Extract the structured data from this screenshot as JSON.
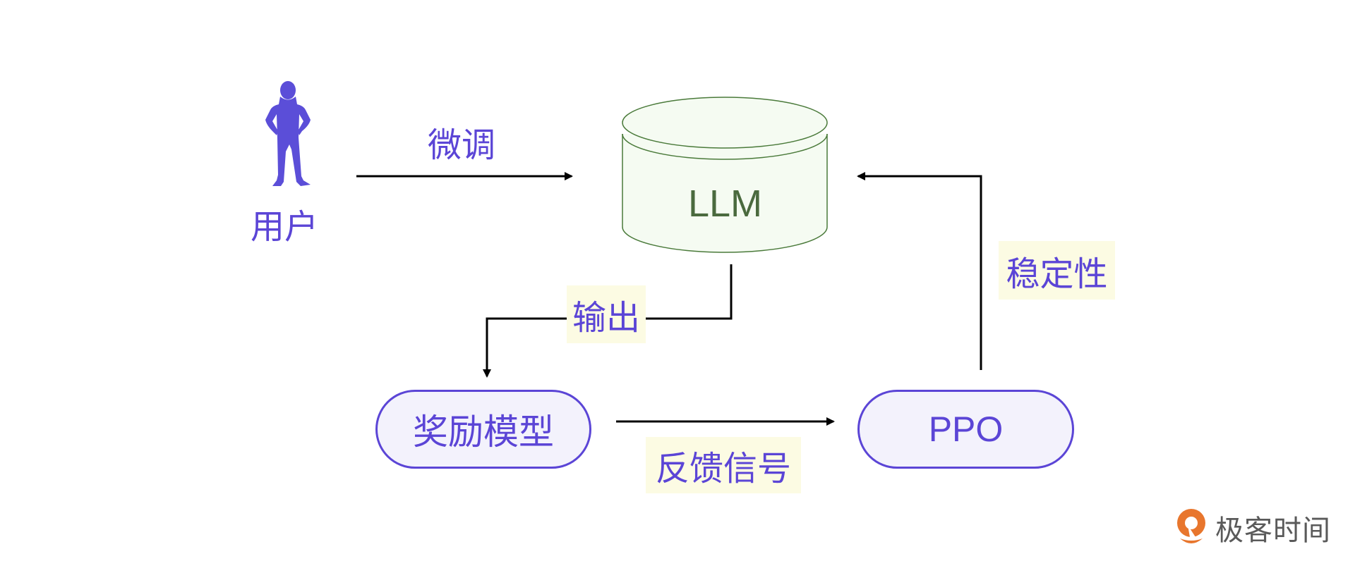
{
  "diagram": {
    "nodes": {
      "user": {
        "label": "用户",
        "icon": "person-silhouette-icon"
      },
      "llm": {
        "label": "LLM",
        "shape": "cylinder"
      },
      "reward_model": {
        "label": "奖励模型",
        "shape": "pill"
      },
      "ppo": {
        "label": "PPO",
        "shape": "pill"
      }
    },
    "edges": [
      {
        "from": "user",
        "to": "llm",
        "label": "微调"
      },
      {
        "from": "llm",
        "to": "reward_model",
        "label": "输出"
      },
      {
        "from": "reward_model",
        "to": "ppo",
        "label": "反馈信号"
      },
      {
        "from": "ppo",
        "to": "llm",
        "label": "稳定性"
      }
    ]
  },
  "colors": {
    "label_text": "#5b45d6",
    "label_highlight": "#fcfbe3",
    "pill_fill": "#f3f2fc",
    "cylinder_stroke": "#4a7a3a",
    "cylinder_fill": "#f5fbf2",
    "llm_text": "#4a6a3e",
    "arrow": "#000000",
    "logo_orange": "#e8762d"
  },
  "branding": {
    "logo_text": "极客时间",
    "logo_icon": "geektime-logo-icon"
  }
}
